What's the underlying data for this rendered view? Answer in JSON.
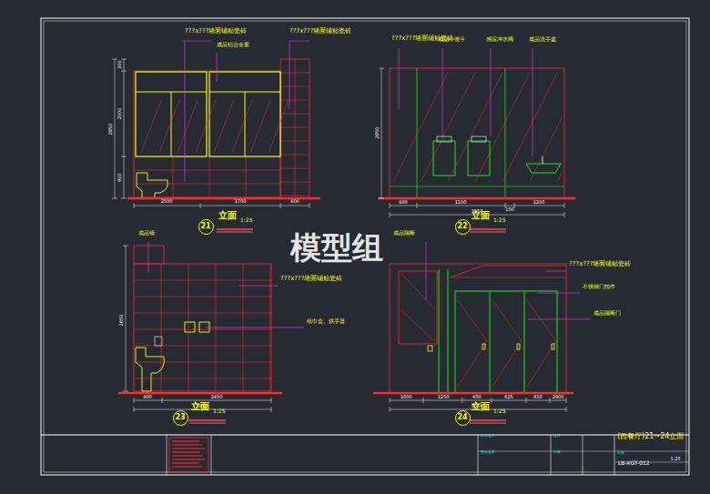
{
  "diagram": {
    "nodes": [
      {
        "text": [
          "21"
        ]
      },
      {
        "text": [
          "22"
        ]
      },
      {
        "text": [
          "23"
        ]
      },
      {
        "text": [
          "24"
        ]
      }
    ],
    "labels": [
      "模型组",
      "???x???墙面铺贴瓷砖",
      "???x???墙面铺贴瓷砖",
      "成品铝合金窗",
      "2500",
      "1700",
      "600",
      "300",
      "2000",
      "900",
      "2850",
      "立面",
      "1:25",
      "???x???墙面铺贴瓷砖",
      "成品小便斗",
      "感应冲水阀",
      "成品洗手盆",
      "600",
      "1100",
      "150",
      "1200",
      "3050",
      "2850",
      "立面",
      "1:25",
      "成品镜",
      "???x???墙面铺贴瓷砖",
      "纸巾盒、烘手器",
      "400",
      "2450",
      "2850",
      "2850",
      "立面",
      "1:25",
      "成品隔断",
      "???x???墙面铺贴瓷砖",
      "不锈钢门扣件",
      "成品隔断门",
      "1000",
      "1250",
      "650",
      "625",
      "650",
      "2900",
      "5050",
      "立面",
      "1:25",
      "(西餐厅)21~24立面",
      "1:25",
      "LB-XGT-012",
      "工程名称",
      "图纸名称",
      "设计",
      "审核",
      "比例"
    ]
  }
}
